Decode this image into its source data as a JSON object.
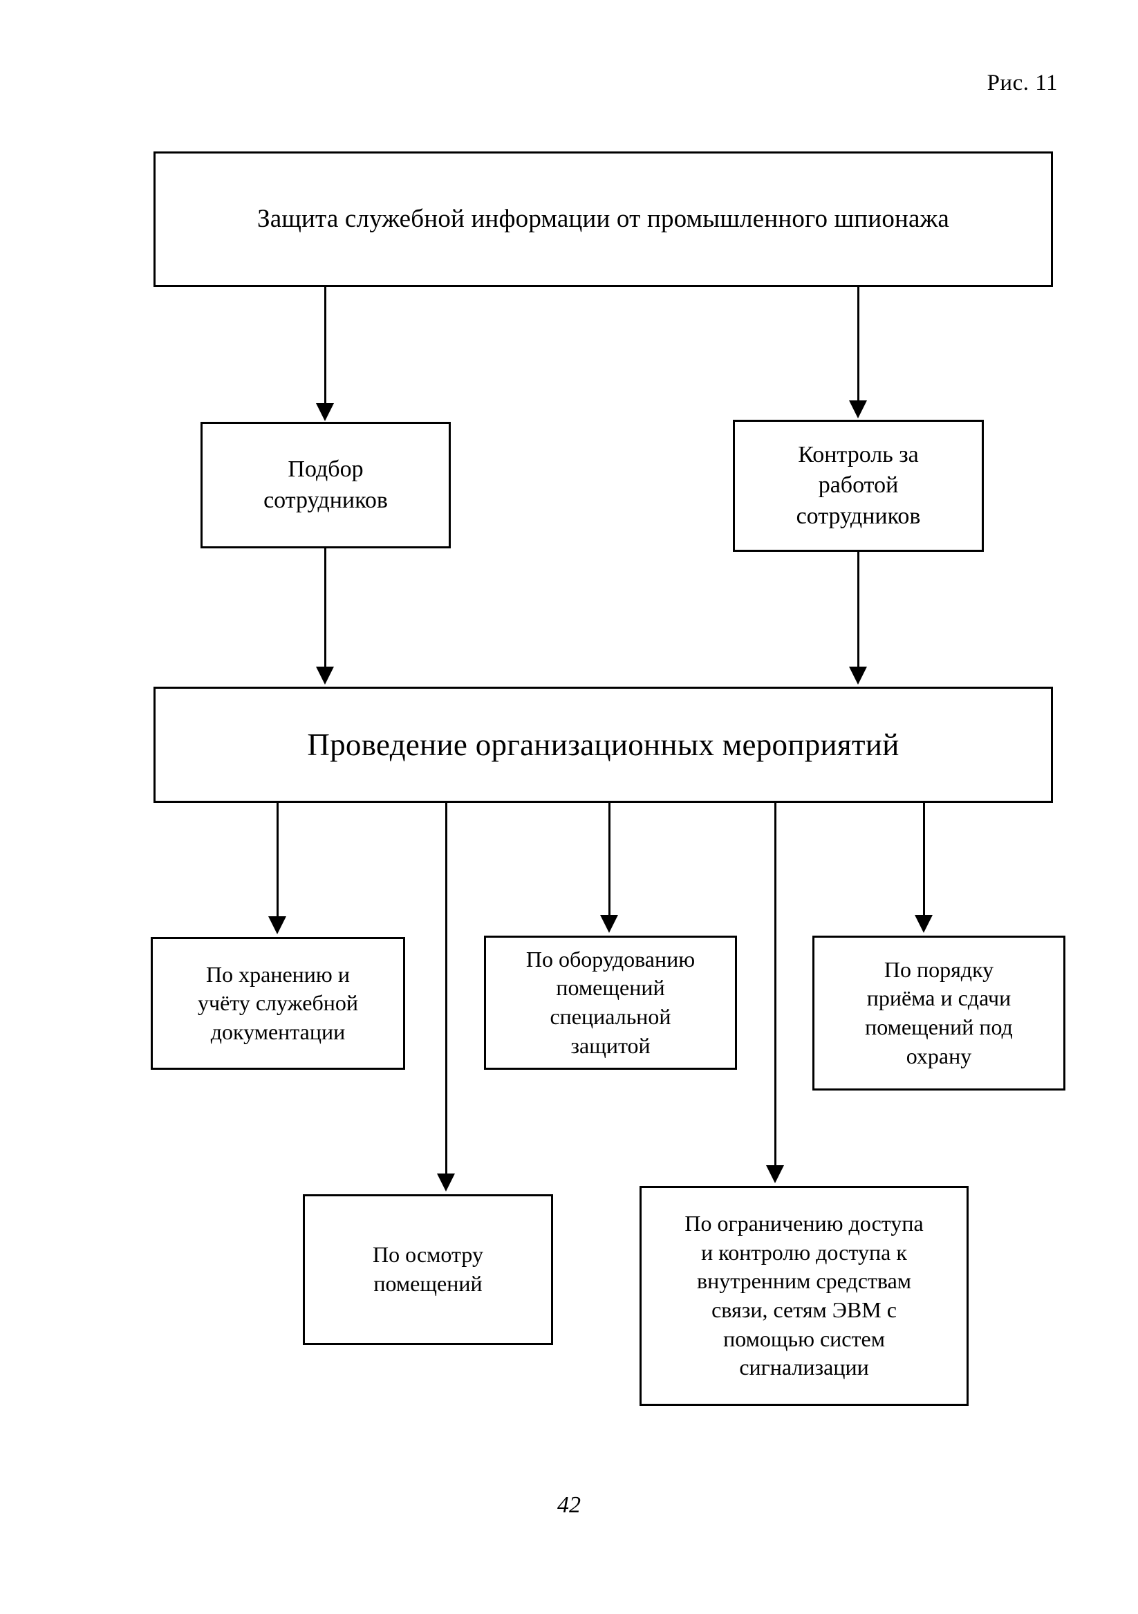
{
  "figure": {
    "label": "Рис. 11",
    "page_number": "42"
  },
  "diagram": {
    "type": "flowchart",
    "orientation": "top-down",
    "nodes": [
      {
        "id": "root",
        "level": 1,
        "label": "Защита служебной информации от промышленного шпионажа"
      },
      {
        "id": "hiring",
        "level": 2,
        "label": "Подбор\nсотрудников"
      },
      {
        "id": "monitoring",
        "level": 2,
        "label": "Контроль за\nработой\nсотрудников"
      },
      {
        "id": "org-measures",
        "level": 3,
        "label": "Проведение  организационных мероприятий"
      },
      {
        "id": "storage",
        "level": 4,
        "label": "По хранению и\nучёту служебной\nдокументации"
      },
      {
        "id": "equipment",
        "level": 4,
        "label": "По оборудованию\nпомещений\nспециальной\nзащитой"
      },
      {
        "id": "handover",
        "level": 4,
        "label": "По порядку\nприёма и сдачи\nпомещений под\nохрану"
      },
      {
        "id": "inspection",
        "level": 5,
        "label": "По осмотру\nпомещений"
      },
      {
        "id": "access-control",
        "level": 5,
        "label": "По ограничению доступа\nи контролю доступа к\nвнутренним средствам\nсвязи, сетям ЭВМ с\nпомощью систем\nсигнализации"
      }
    ],
    "edges": [
      {
        "from": "root",
        "to": "hiring"
      },
      {
        "from": "root",
        "to": "monitoring"
      },
      {
        "from": "hiring",
        "to": "org-measures"
      },
      {
        "from": "monitoring",
        "to": "org-measures"
      },
      {
        "from": "org-measures",
        "to": "storage"
      },
      {
        "from": "org-measures",
        "to": "equipment"
      },
      {
        "from": "org-measures",
        "to": "handover"
      },
      {
        "from": "org-measures",
        "to": "inspection"
      },
      {
        "from": "org-measures",
        "to": "access-control"
      }
    ],
    "colors": {
      "stroke": "#000000",
      "fill": "#ffffff",
      "text": "#000000"
    }
  }
}
